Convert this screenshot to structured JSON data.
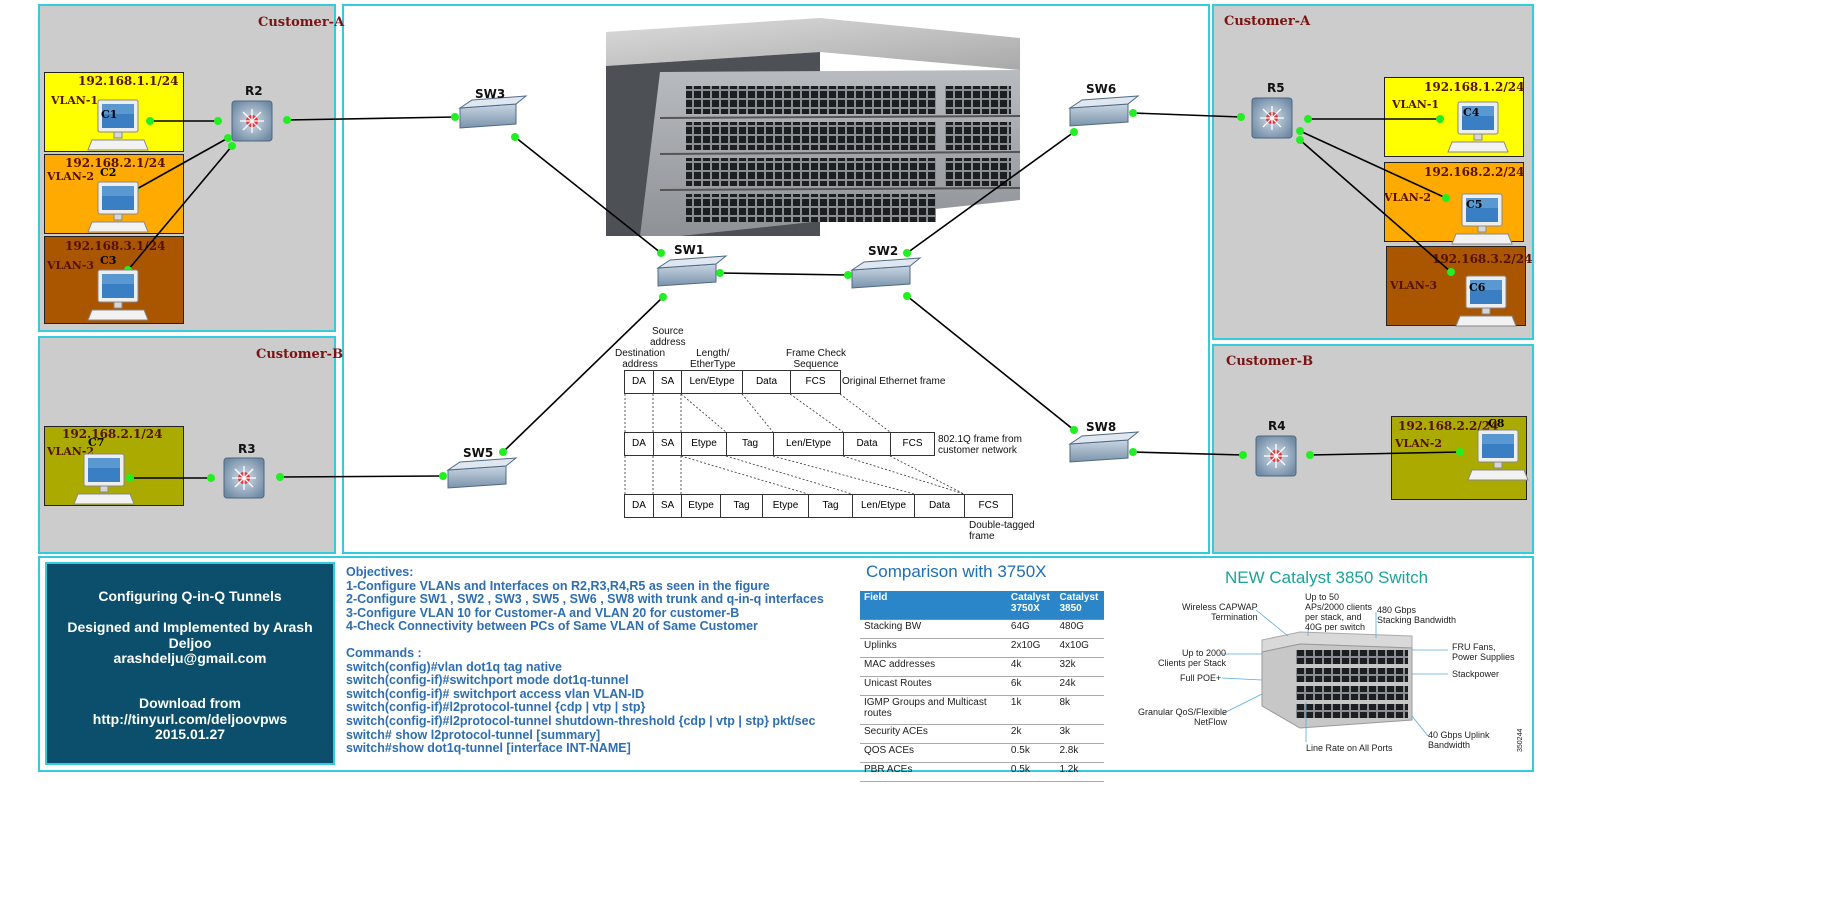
{
  "panels": {
    "top_left": {
      "title": "Customer-A"
    },
    "bottom_left": {
      "title": "Customer-B"
    },
    "top_right": {
      "title": "Customer-A"
    },
    "bottom_right": {
      "title": "Customer-B"
    }
  },
  "vlans": {
    "c1": {
      "ip": "192.168.1.1/24",
      "vlan": "VLAN-1",
      "pc": "C1",
      "color": "#ffff00"
    },
    "c2": {
      "ip": "192.168.2.1/24",
      "vlan": "VLAN-2",
      "pc": "C2",
      "color": "#ffaa00"
    },
    "c3": {
      "ip": "192.168.3.1/24",
      "vlan": "VLAN-3",
      "pc": "C3",
      "color": "#aa5500"
    },
    "c7": {
      "ip": "192.168.2.1/24",
      "vlan": "VLAN-2",
      "pc": "C7",
      "color": "#aaaa00"
    },
    "c4": {
      "ip": "192.168.1.2/24",
      "vlan": "VLAN-1",
      "pc": "C4",
      "color": "#ffff00"
    },
    "c5": {
      "ip": "192.168.2.2/24",
      "vlan": "VLAN-2",
      "pc": "C5",
      "color": "#ffaa00"
    },
    "c6": {
      "ip": "192.168.3.2/24",
      "vlan": "VLAN-3",
      "pc": "C6",
      "color": "#aa5500"
    },
    "c8": {
      "ip": "192.168.2.2/24",
      "vlan": "VLAN-2",
      "pc": "C8",
      "color": "#aaaa00"
    }
  },
  "nodes": {
    "r2": "R2",
    "r3": "R3",
    "r4": "R4",
    "r5": "R5",
    "sw1": "SW1",
    "sw2": "SW2",
    "sw3": "SW3",
    "sw5": "SW5",
    "sw6": "SW6",
    "sw8": "SW8"
  },
  "frames": {
    "labels": {
      "source": "Source\naddress",
      "dest": "Destination\naddress",
      "len": "Length/\nEtherType",
      "fcs_seq": "Frame Check\nSequence",
      "original": "Original Ethernet frame",
      "dot1q": "802.1Q frame from\ncustomer network",
      "double": "Double-tagged\nframe"
    },
    "row1": [
      "DA",
      "SA",
      "Len/Etype",
      "Data",
      "FCS"
    ],
    "row2": [
      "DA",
      "SA",
      "Etype",
      "Tag",
      "Len/Etype",
      "Data",
      "FCS"
    ],
    "row3": [
      "DA",
      "SA",
      "Etype",
      "Tag",
      "Etype",
      "Tag",
      "Len/Etype",
      "Data",
      "FCS"
    ]
  },
  "info_box": {
    "line1": "Configuring Q-in-Q Tunnels",
    "line2": "Designed and Implemented by Arash Deljoo",
    "line3": "arashdelju@gmail.com",
    "line4": "Download from http://tinyurl.com/deljoovpws",
    "line5": "2015.01.27"
  },
  "objectives": {
    "heading": "Objectives:",
    "items": [
      "1-Configure VLANs and Interfaces on R2,R3,R4,R5 as seen in the figure",
      "2-Configure SW1 , SW2 , SW3 , SW5 , SW6 , SW8 with trunk and q-in-q interfaces",
      "3-Configure VLAN 10 for Customer-A and VLAN 20 for customer-B",
      "4-Check Connectivity between PCs of Same VLAN of Same Customer"
    ],
    "commands_heading": "Commands :",
    "commands": [
      "switch(config)#vlan dot1q tag native",
      "switch(config-if)#switchport mode dot1q-tunnel",
      "switch(config-if)# switchport access vlan VLAN-ID",
      "switch(config-if)#l2protocol-tunnel {cdp | vtp | stp}",
      "switch(config-if)#l2protocol-tunnel shutdown-threshold {cdp | vtp | stp} pkt/sec",
      "switch# show l2protocol-tunnel [summary]",
      "switch#show dot1q-tunnel [interface INT-NAME]"
    ]
  },
  "comparison": {
    "title": "Comparison with 3750X",
    "headers": [
      "Field",
      "Catalyst\n3750X",
      "Catalyst\n3850"
    ],
    "rows": [
      [
        "Stacking BW",
        "64G",
        "480G"
      ],
      [
        "Uplinks",
        "2x10G",
        "4x10G"
      ],
      [
        "MAC addresses",
        "4k",
        "32k"
      ],
      [
        "Unicast Routes",
        "6k",
        "24k"
      ],
      [
        "IGMP Groups and Multicast routes",
        "1k",
        "8k"
      ],
      [
        "Security ACEs",
        "2k",
        "3k"
      ],
      [
        "QOS ACEs",
        "0.5k",
        "2.8k"
      ],
      [
        "PBR ACEs",
        "0.5k",
        "1.2k"
      ]
    ]
  },
  "new_switch": {
    "title": "NEW Catalyst 3850 Switch",
    "annotations": {
      "capwap": "Wireless CAPWAP\nTermination",
      "aps": "Up to 50\nAPs/2000 clients\nper stack, and\n40G per switch",
      "stacking": "480 Gbps\nStacking Bandwidth",
      "clients": "Up to 2000\nClients per Stack",
      "fru": "FRU Fans,\nPower Supplies",
      "poe": "Full POE+",
      "stackpower": "Stackpower",
      "qos": "Granular QoS/Flexible\nNetFlow",
      "uplink": "40 Gbps Uplink\nBandwidth",
      "linerate": "Line Rate on All Ports",
      "code": "350244"
    }
  }
}
